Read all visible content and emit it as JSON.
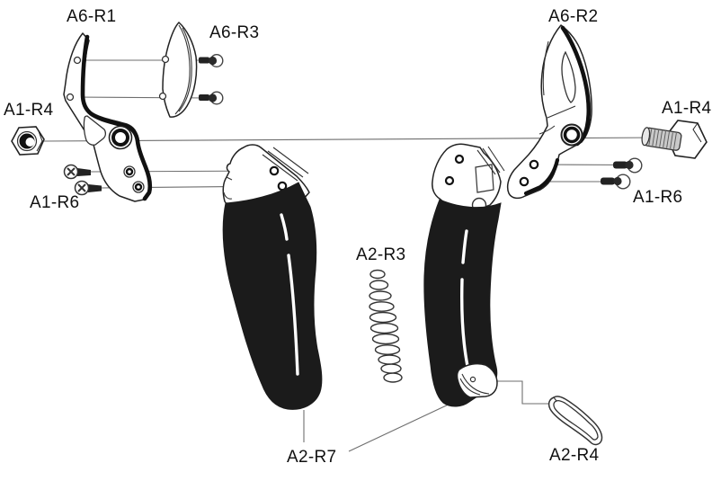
{
  "diagram": {
    "type": "exploded-parts-diagram",
    "subject": "pruning-shears",
    "labels": [
      {
        "id": "a6-r1",
        "text": "A6-R1"
      },
      {
        "id": "a6-r3",
        "text": "A6-R3"
      },
      {
        "id": "a1-r4-left",
        "text": "A1-R4"
      },
      {
        "id": "a1-r6-left",
        "text": "A1-R6"
      },
      {
        "id": "a6-r2",
        "text": "A6-R2"
      },
      {
        "id": "a1-r4-right",
        "text": "A1-R4"
      },
      {
        "id": "a1-r6-right",
        "text": "A1-R6"
      },
      {
        "id": "a2-r3",
        "text": "A2-R3"
      },
      {
        "id": "a2-r7",
        "text": "A2-R7"
      },
      {
        "id": "a2-r4",
        "text": "A2-R4"
      }
    ],
    "colors": {
      "outline": "#1b1b1b",
      "grip_fill": "#1b1b1b",
      "background": "#ffffff",
      "leader_line": "#6e6e6e",
      "thread_fill": "#c9c9c9"
    }
  }
}
